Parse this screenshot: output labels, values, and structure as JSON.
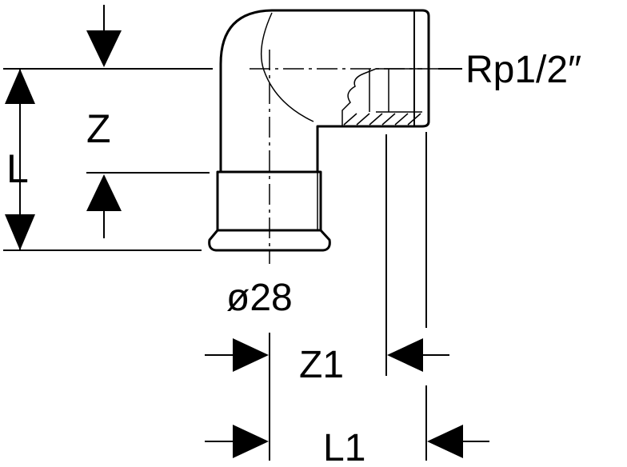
{
  "labels": {
    "z": "Z",
    "l": "L",
    "thread": "Rp1/2″",
    "diameter": "ø28",
    "z1": "Z1",
    "l1": "L1"
  },
  "colors": {
    "line": "#000000",
    "background": "#ffffff"
  }
}
